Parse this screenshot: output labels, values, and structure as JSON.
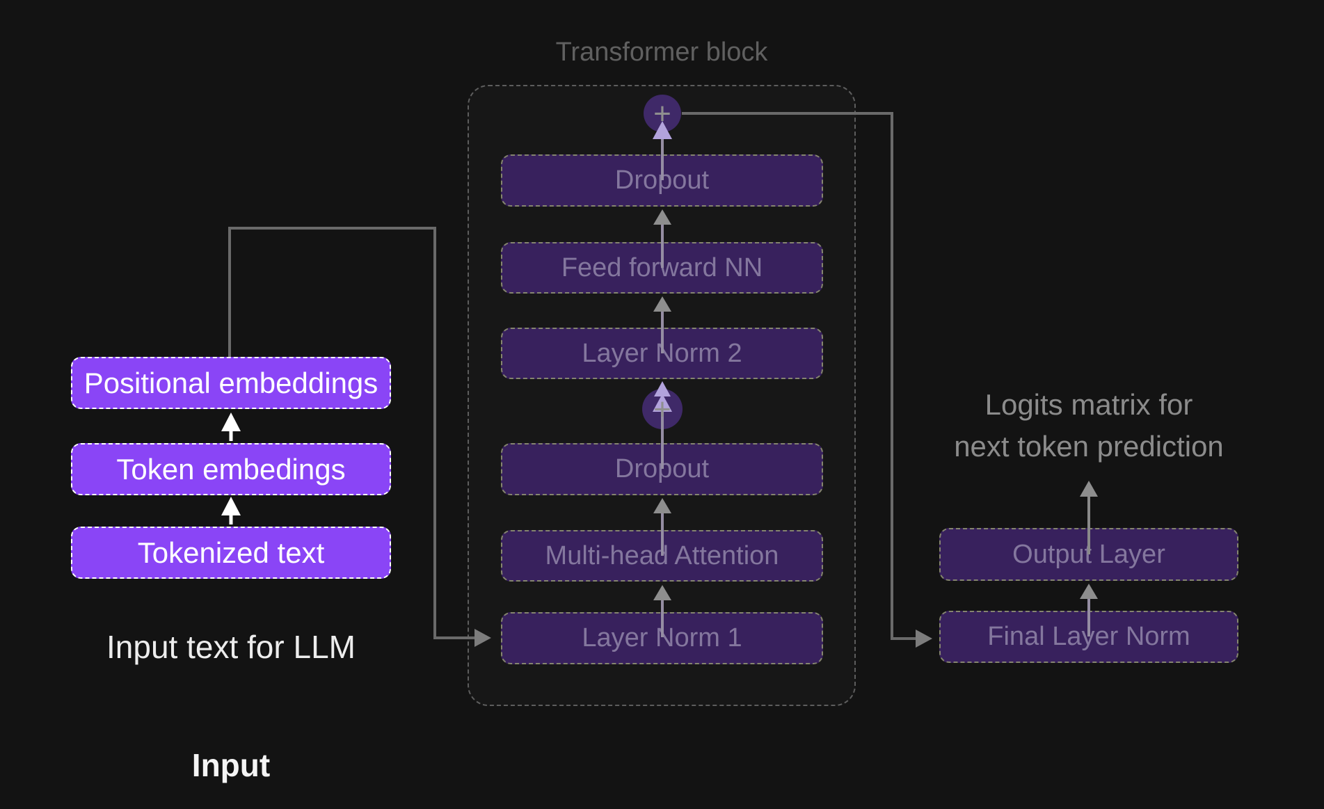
{
  "colors": {
    "background": "#131313",
    "accent_purple": "#8a45f6",
    "block_purple": "#38215d",
    "add_node_purple": "#3f2968",
    "muted_label": "#84779e",
    "gray_text": "#8c8c8c",
    "line_gray": "#6a6a6a",
    "lavender_arrow": "#b2a3dc"
  },
  "input_column": {
    "boxes": [
      "Positional embeddings",
      "Token embedings",
      "Tokenized text"
    ],
    "caption": "Input text for LLM",
    "footer_label": "Input"
  },
  "transformer_block": {
    "title": "Transformer block",
    "add_symbol": "+",
    "boxes": [
      "Dropout",
      "Feed forward NN",
      "Layer Norm 2",
      "Dropout",
      "Multi-head Attention",
      "Layer Norm 1"
    ]
  },
  "output_column": {
    "caption": [
      "Logits matrix for",
      "next token prediction"
    ],
    "boxes": [
      "Output Layer",
      "Final Layer Norm"
    ]
  }
}
